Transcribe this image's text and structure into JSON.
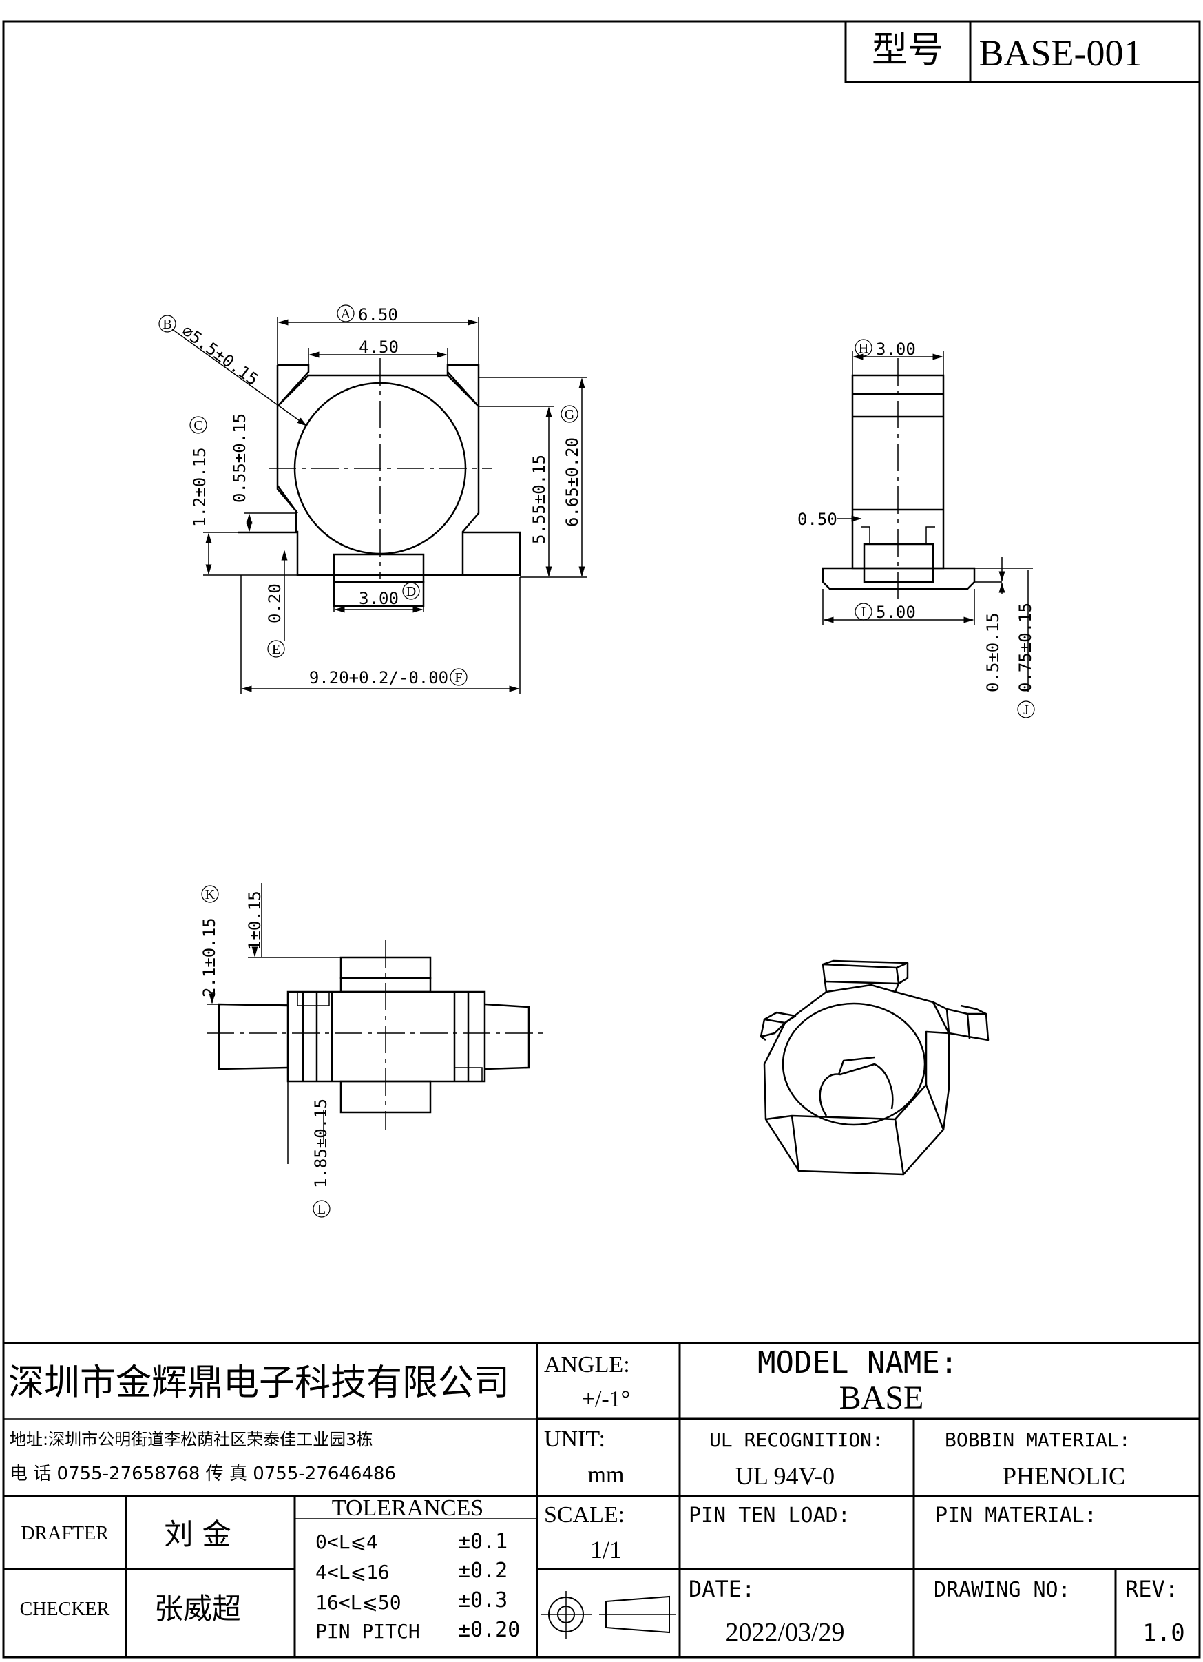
{
  "header": {
    "model_label": "型号",
    "model_value": "BASE-001"
  },
  "front_view": {
    "A": {
      "callout": "A",
      "value": "6.50"
    },
    "inner_width": "4.50",
    "B": {
      "callout": "B",
      "value": "⌀5.5±0.15"
    },
    "C": {
      "callout": "C",
      "value": "1.2±0.15"
    },
    "c_inner": "0.55±0.15",
    "G": {
      "callout": "G",
      "value": "6.65±0.20"
    },
    "g_inner": "5.55±0.15",
    "D": {
      "callout": "D",
      "value": "3.00"
    },
    "E": {
      "callout": "E",
      "value": "0.20"
    },
    "F": {
      "callout": "F",
      "value": "9.20+0.2/-0.00"
    }
  },
  "side_view": {
    "H": {
      "callout": "H",
      "value": "3.00"
    },
    "gap": "0.50",
    "I": {
      "callout": "I",
      "value": "5.00"
    },
    "j_inner": "0.5±0.15",
    "J": {
      "callout": "J",
      "value": "0.75±0.15"
    }
  },
  "bottom_view": {
    "K": {
      "callout": "K",
      "value": "2.1±0.15"
    },
    "k_inner": "1±0.15",
    "L": {
      "callout": "L",
      "value": "1.85±0.15"
    }
  },
  "title_block": {
    "company": "深圳市金辉鼎电子科技有限公司",
    "address": "地址:深圳市公明街道李松荫社区荣泰佳工业园3栋",
    "phone": "电 话  0755-27658768   传 真  0755-27646486",
    "angle_label": "ANGLE:",
    "angle_value": "+/-1°",
    "unit_label": "UNIT:",
    "unit_value": "mm",
    "scale_label": "SCALE:",
    "scale_value": "1/1",
    "model_name_label": "MODEL NAME:",
    "model_name_value": "BASE",
    "ul_label": "UL RECOGNITION:",
    "ul_value": "UL 94V-0",
    "bobbin_label": "BOBBIN MATERIAL:",
    "bobbin_value": "PHENOLIC",
    "pin_ten_label": "PIN TEN LOAD:",
    "pin_material_label": "PIN MATERIAL:",
    "date_label": "DATE:",
    "date_value": "2022/03/29",
    "drawing_no_label": "DRAWING NO:",
    "rev_label": "REV:",
    "rev_value": "1.0",
    "drafter_label": "DRAFTER",
    "drafter_value": "刘  金",
    "checker_label": "CHECKER",
    "checker_value": "张威超",
    "tolerances_title": "TOLERANCES",
    "tolerances": [
      {
        "range": "0<L⩽4",
        "tol": "±0.1"
      },
      {
        "range": "4<L⩽16",
        "tol": "±0.2"
      },
      {
        "range": "16<L⩽50",
        "tol": "±0.3"
      },
      {
        "range": "PIN PITCH",
        "tol": "±0.20"
      }
    ]
  }
}
